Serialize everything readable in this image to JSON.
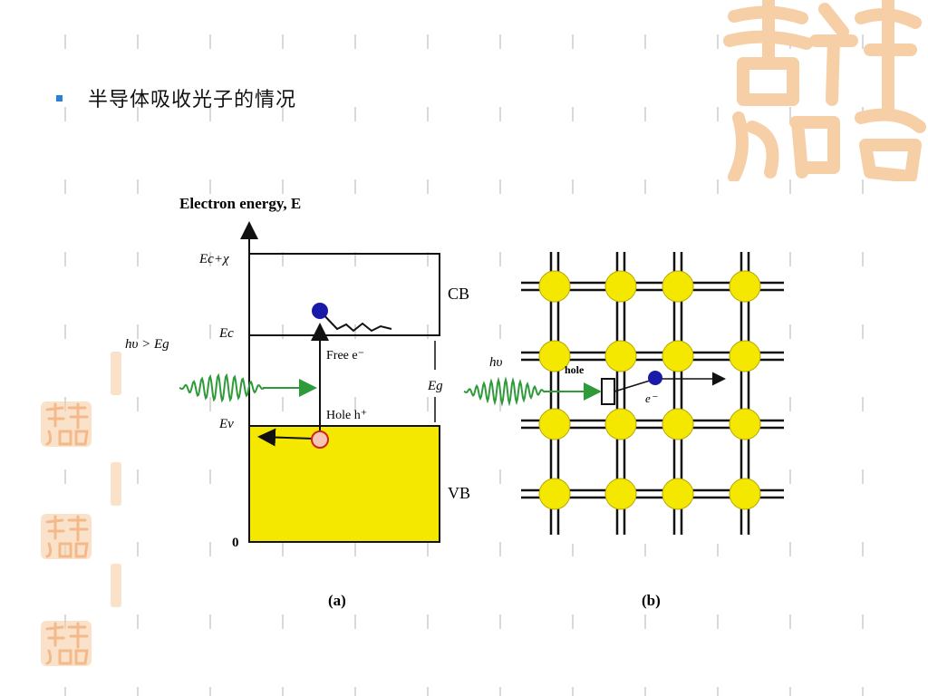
{
  "slide": {
    "bullet_text": "半导体吸收光子的情况"
  },
  "colors": {
    "background": "#ffffff",
    "dash": "#d9d9d9",
    "bullet": "#2a7fd6",
    "logo": "#f6cfa6",
    "vb_fill": "#f5e800",
    "atom_fill": "#f5e800",
    "electron": "#1a1aa8",
    "hole": "#f2c7b6",
    "photon": "#2f9a3a"
  },
  "decor": {
    "logo_icon": "auspicious-seal-logo",
    "seal_icon": "auspicious-seal"
  },
  "figure_a": {
    "y_axis_label": "Electron energy, E",
    "level_ec_chi": "Ec+χ",
    "level_ec": "Ec",
    "level_ev": "Ev",
    "level_zero": "0",
    "band_cb": "CB",
    "band_vb": "VB",
    "photon_label": "hυ > Eg",
    "free_electron_label": "Free e⁻",
    "hole_label": "Hole h⁺",
    "gap_label": "Eg",
    "caption": "(a)"
  },
  "figure_b": {
    "photon_label": "hυ",
    "hole_label": "hole",
    "electron_label": "e⁻",
    "caption": "(b)"
  }
}
